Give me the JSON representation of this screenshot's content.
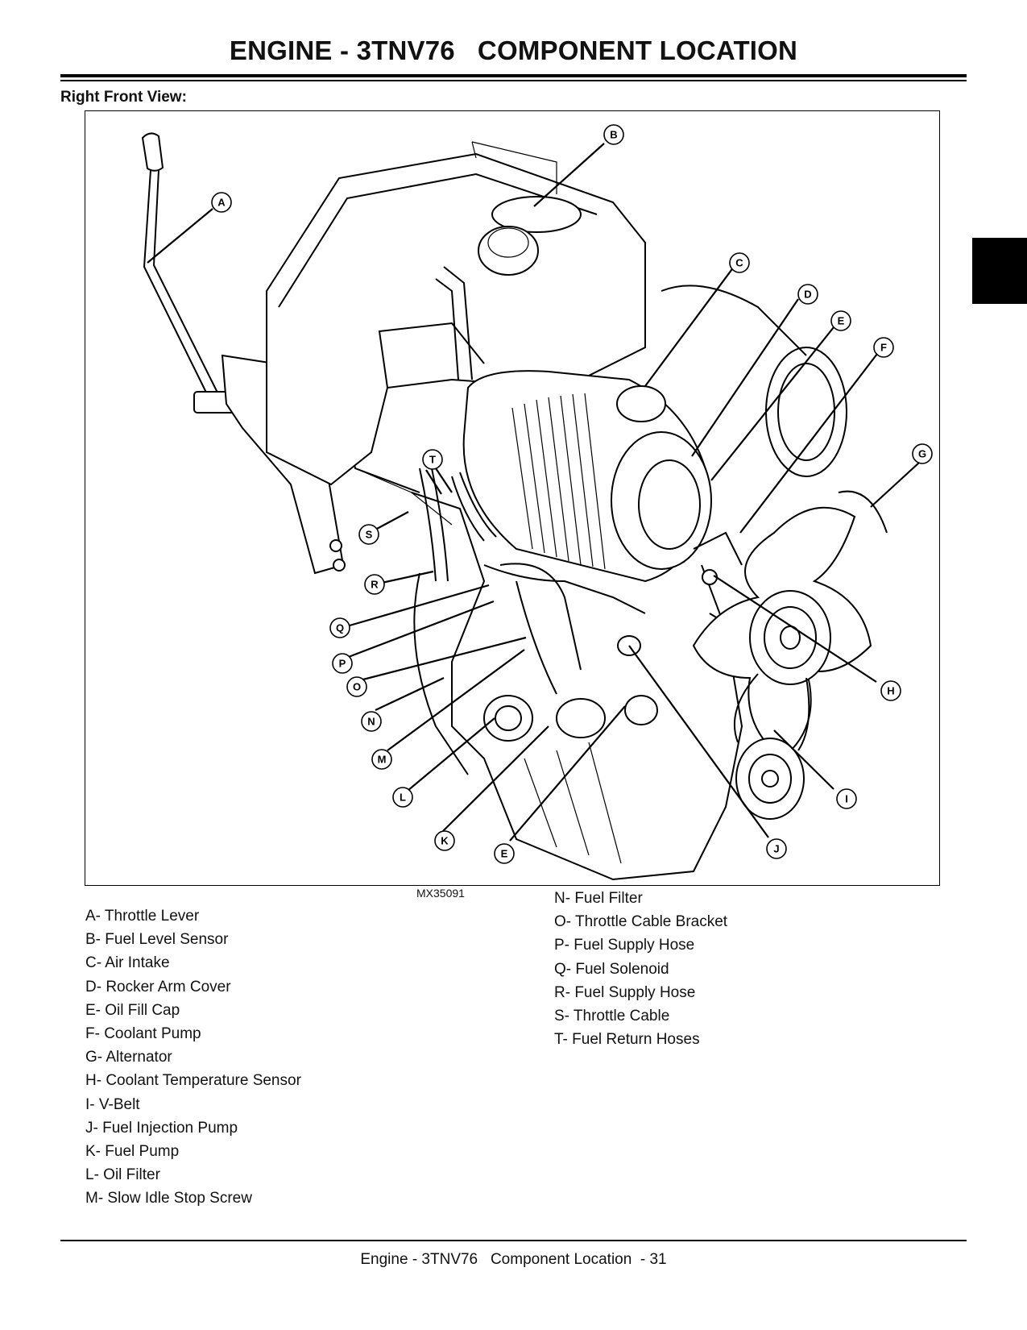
{
  "header": {
    "title": "ENGINE - 3TNV76   COMPONENT LOCATION",
    "subhead": "Right Front View:"
  },
  "figure": {
    "id": "MX35091",
    "callouts": [
      "A",
      "B",
      "C",
      "D",
      "E",
      "F",
      "G",
      "H",
      "I",
      "J",
      "K",
      "L",
      "M",
      "N",
      "O",
      "P",
      "Q",
      "R",
      "S",
      "T",
      "E"
    ]
  },
  "legend": {
    "left": [
      "A- Throttle Lever",
      "B- Fuel Level Sensor",
      "C- Air Intake",
      "D- Rocker Arm Cover",
      "E- Oil Fill Cap",
      "F- Coolant Pump",
      "G- Alternator",
      "H- Coolant Temperature Sensor",
      "I- V-Belt",
      "J- Fuel Injection Pump",
      "K- Fuel Pump",
      "L- Oil Filter",
      "M- Slow Idle Stop Screw"
    ],
    "right": [
      "N- Fuel Filter",
      "O- Throttle Cable Bracket",
      "P- Fuel Supply Hose",
      "Q- Fuel Solenoid",
      "R- Fuel Supply Hose",
      "S- Throttle Cable",
      "T- Fuel Return Hoses"
    ]
  },
  "footer": {
    "text": "Engine - 3TNV76   Component Location  - 31"
  }
}
